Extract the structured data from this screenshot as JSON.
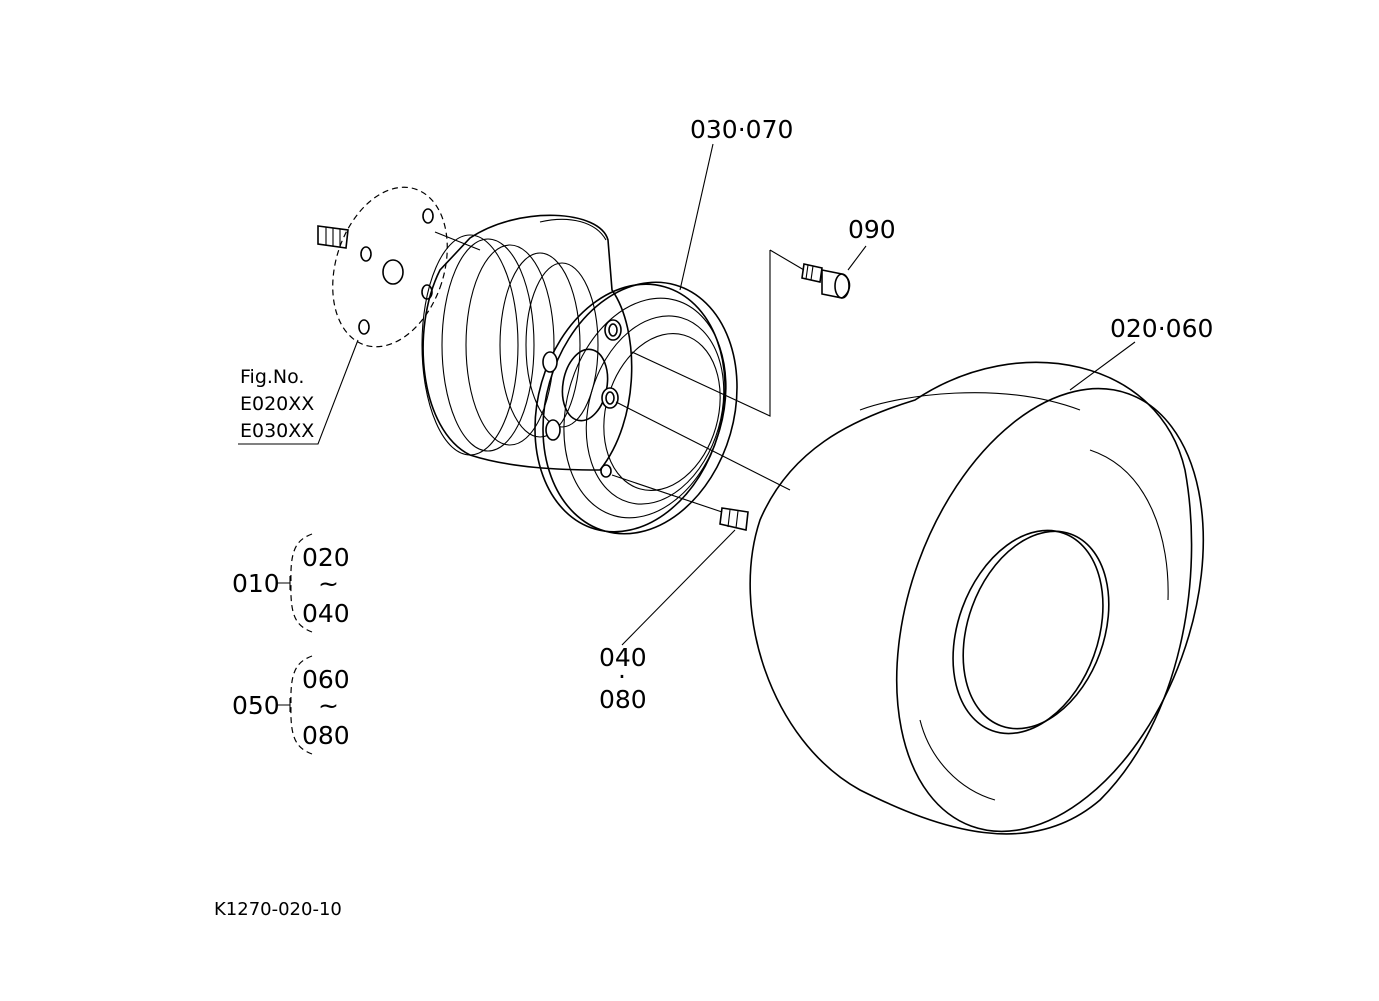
{
  "callouts": {
    "rim_disc": "030·070",
    "bolt": "090",
    "tire": "020·060",
    "valve": "040",
    "valve_dot": "·",
    "valve_2": "080"
  },
  "fig_ref": {
    "heading": "Fig.No.",
    "line1": "E020XX",
    "line2": "E030XX"
  },
  "assembly_groups": [
    {
      "parent": "010",
      "from": "020",
      "tilde": "~",
      "to": "040"
    },
    {
      "parent": "050",
      "from": "060",
      "tilde": "~",
      "to": "080"
    }
  ],
  "drawing_id": "K1270-020-10"
}
